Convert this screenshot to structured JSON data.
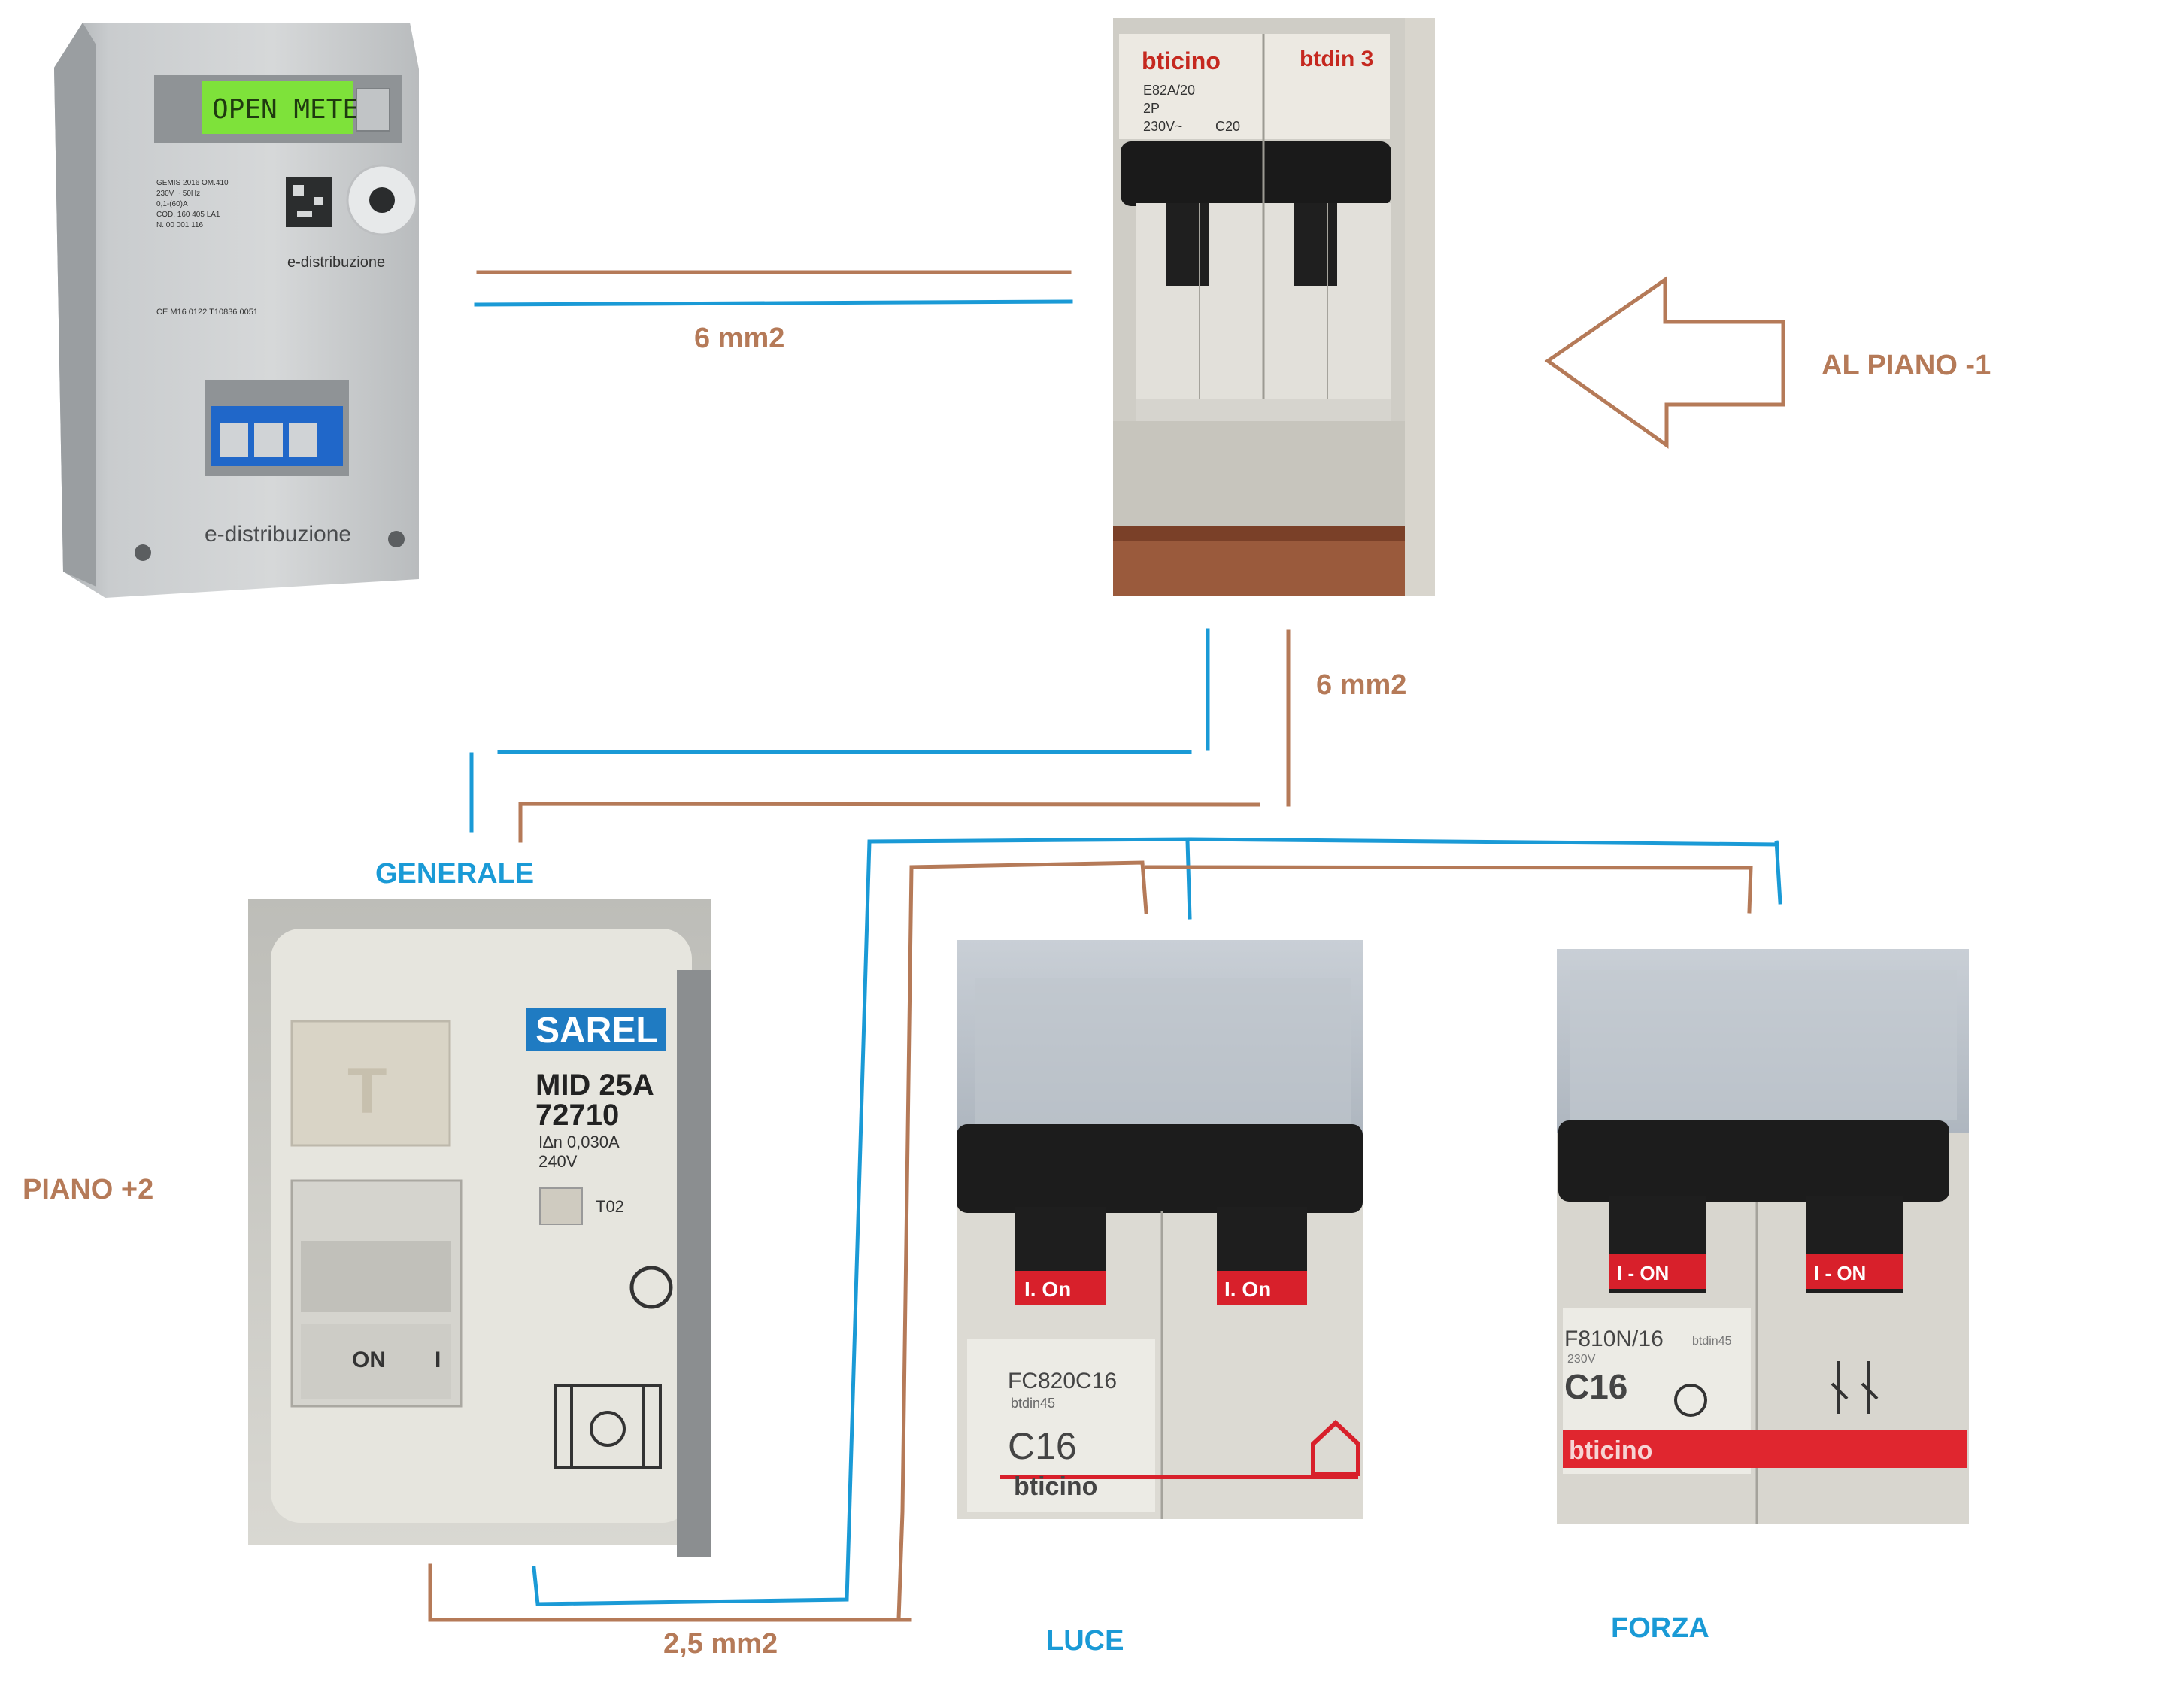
{
  "colors": {
    "wire_phase": "#b57a58",
    "wire_neutral": "#1a9ad6",
    "lcd": "#7ee23a",
    "bticino_red": "#e0262f",
    "sarel_blue": "#1d6fc2"
  },
  "labels": {
    "cable_meter": "6 mm2",
    "cable_main": "6 mm2",
    "cable_branch": "2,5 mm2",
    "from_floor": "AL PIANO -1",
    "floor": "PIANO +2",
    "generale": "GENERALE",
    "luce": "LUCE",
    "forza": "FORZA"
  },
  "meter": {
    "display": "OPEN METER",
    "brand": "e-distribuzione",
    "brand_small": "e-distribuzione",
    "spec_lines": [
      "GEMIS   2016   OM.410",
      "230V  ~  50Hz",
      "0,1-(60)A",
      "COD. 160 405 LA1",
      "N. 00 001 116"
    ],
    "cert": "CE  M16  0122  T10836 0051"
  },
  "breaker_main": {
    "brand_left": "bticino",
    "brand_right": "btdin 3",
    "lines": [
      "E82A/20",
      "2P",
      "230V~"
    ],
    "rating": "C20"
  },
  "rcbo": {
    "brand": "SAREL",
    "model": "MID 25A",
    "code": "72710",
    "idn": "I∆n 0,030A",
    "voltage": "240V",
    "test": "T",
    "on": "ON",
    "pos": "I",
    "t02": "T02"
  },
  "mcb_luce": {
    "on1": "I. On",
    "on2": "I. On",
    "code": "FC820C16",
    "series": "btdin45",
    "rating": "C16",
    "brand": "bticino"
  },
  "mcb_forza": {
    "on1": "I - ON",
    "on2": "I - ON",
    "code": "F810N/16",
    "series": "btdin45",
    "volt": "230V",
    "rating": "C16",
    "brand": "bticino"
  }
}
